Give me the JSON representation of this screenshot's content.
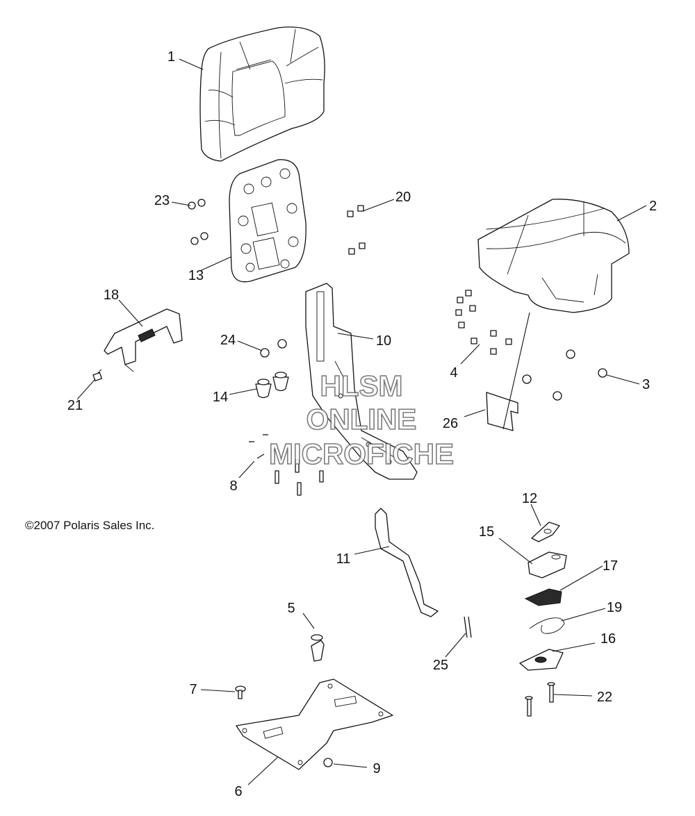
{
  "copyright": "©2007 Polaris Sales Inc.",
  "watermark": {
    "line1": "HLSM",
    "line2": "ONLINE",
    "line3": "MICROFICHE"
  },
  "callouts": {
    "c1": "1",
    "c2": "2",
    "c3": "3",
    "c4": "4",
    "c5": "5",
    "c6": "6",
    "c7": "7",
    "c8": "8",
    "c9": "9",
    "c10": "10",
    "c11": "11",
    "c12": "12",
    "c13": "13",
    "c14": "14",
    "c15": "15",
    "c16": "16",
    "c17": "17",
    "c18": "18",
    "c19": "19",
    "c20": "20",
    "c21": "21",
    "c22": "22",
    "c23": "23",
    "c24": "24",
    "c25": "25",
    "c26": "26"
  }
}
